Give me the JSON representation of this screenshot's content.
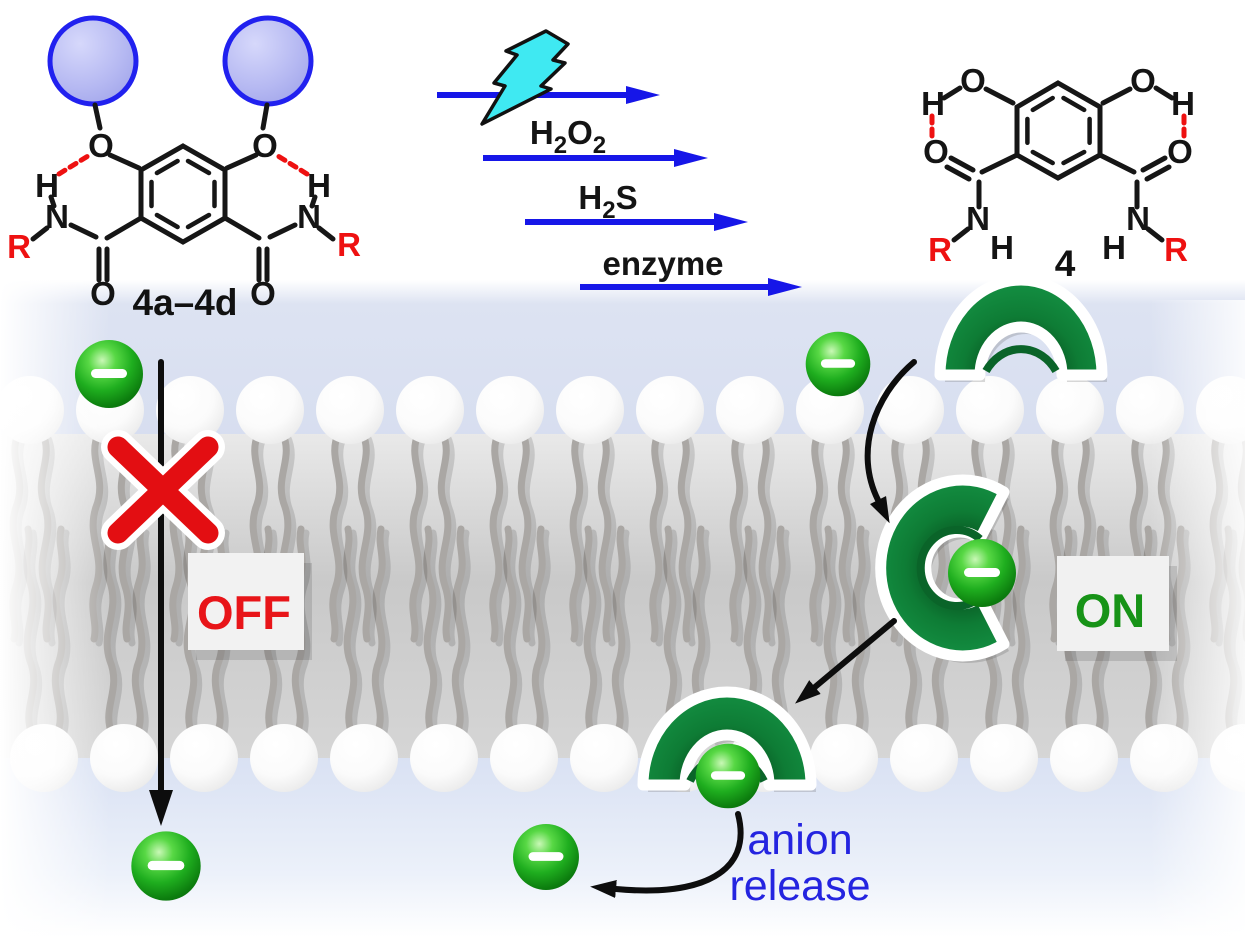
{
  "atoms": {
    "o": "O",
    "h": "H",
    "n": "N",
    "r": "R"
  },
  "structures": {
    "reactant": {
      "label": "4a–4d"
    },
    "product": {
      "label": "4"
    }
  },
  "stimuli": {
    "light": {
      "icon": "lightning-bolt"
    },
    "h2o2": {
      "p1": "H",
      "s1": "2",
      "p2": "O",
      "s2": "2"
    },
    "h2s": {
      "p1": "H",
      "s1": "2",
      "p2": "S"
    },
    "enzyme": {
      "label": "enzyme"
    }
  },
  "membrane": {
    "off_label": "OFF",
    "on_label": "ON"
  },
  "release_label": {
    "line1": "anion",
    "line2": "release"
  },
  "icons": {
    "stimulus_light": "lightning-bolt",
    "anion_charge": "minus",
    "blocked_transport": "red-cross",
    "transporter": "green-crescent"
  },
  "colors": {
    "arrow_blue": "#1616e8",
    "bolt_cyan": "#3fe9f2",
    "anion_green": "#1fae1f",
    "transporter_green": "#12853c",
    "off_red": "#e81519",
    "on_green": "#179317",
    "release_text_blue": "#2424e0",
    "hbond_red": "#ee1111",
    "substituent_red": "#ee1111",
    "protecting_group_fill": "#b6b9f2",
    "protecting_group_stroke": "#2121ef",
    "membrane_gray": "#c9c9c9",
    "outer_band_blue": "#dde3f2"
  }
}
